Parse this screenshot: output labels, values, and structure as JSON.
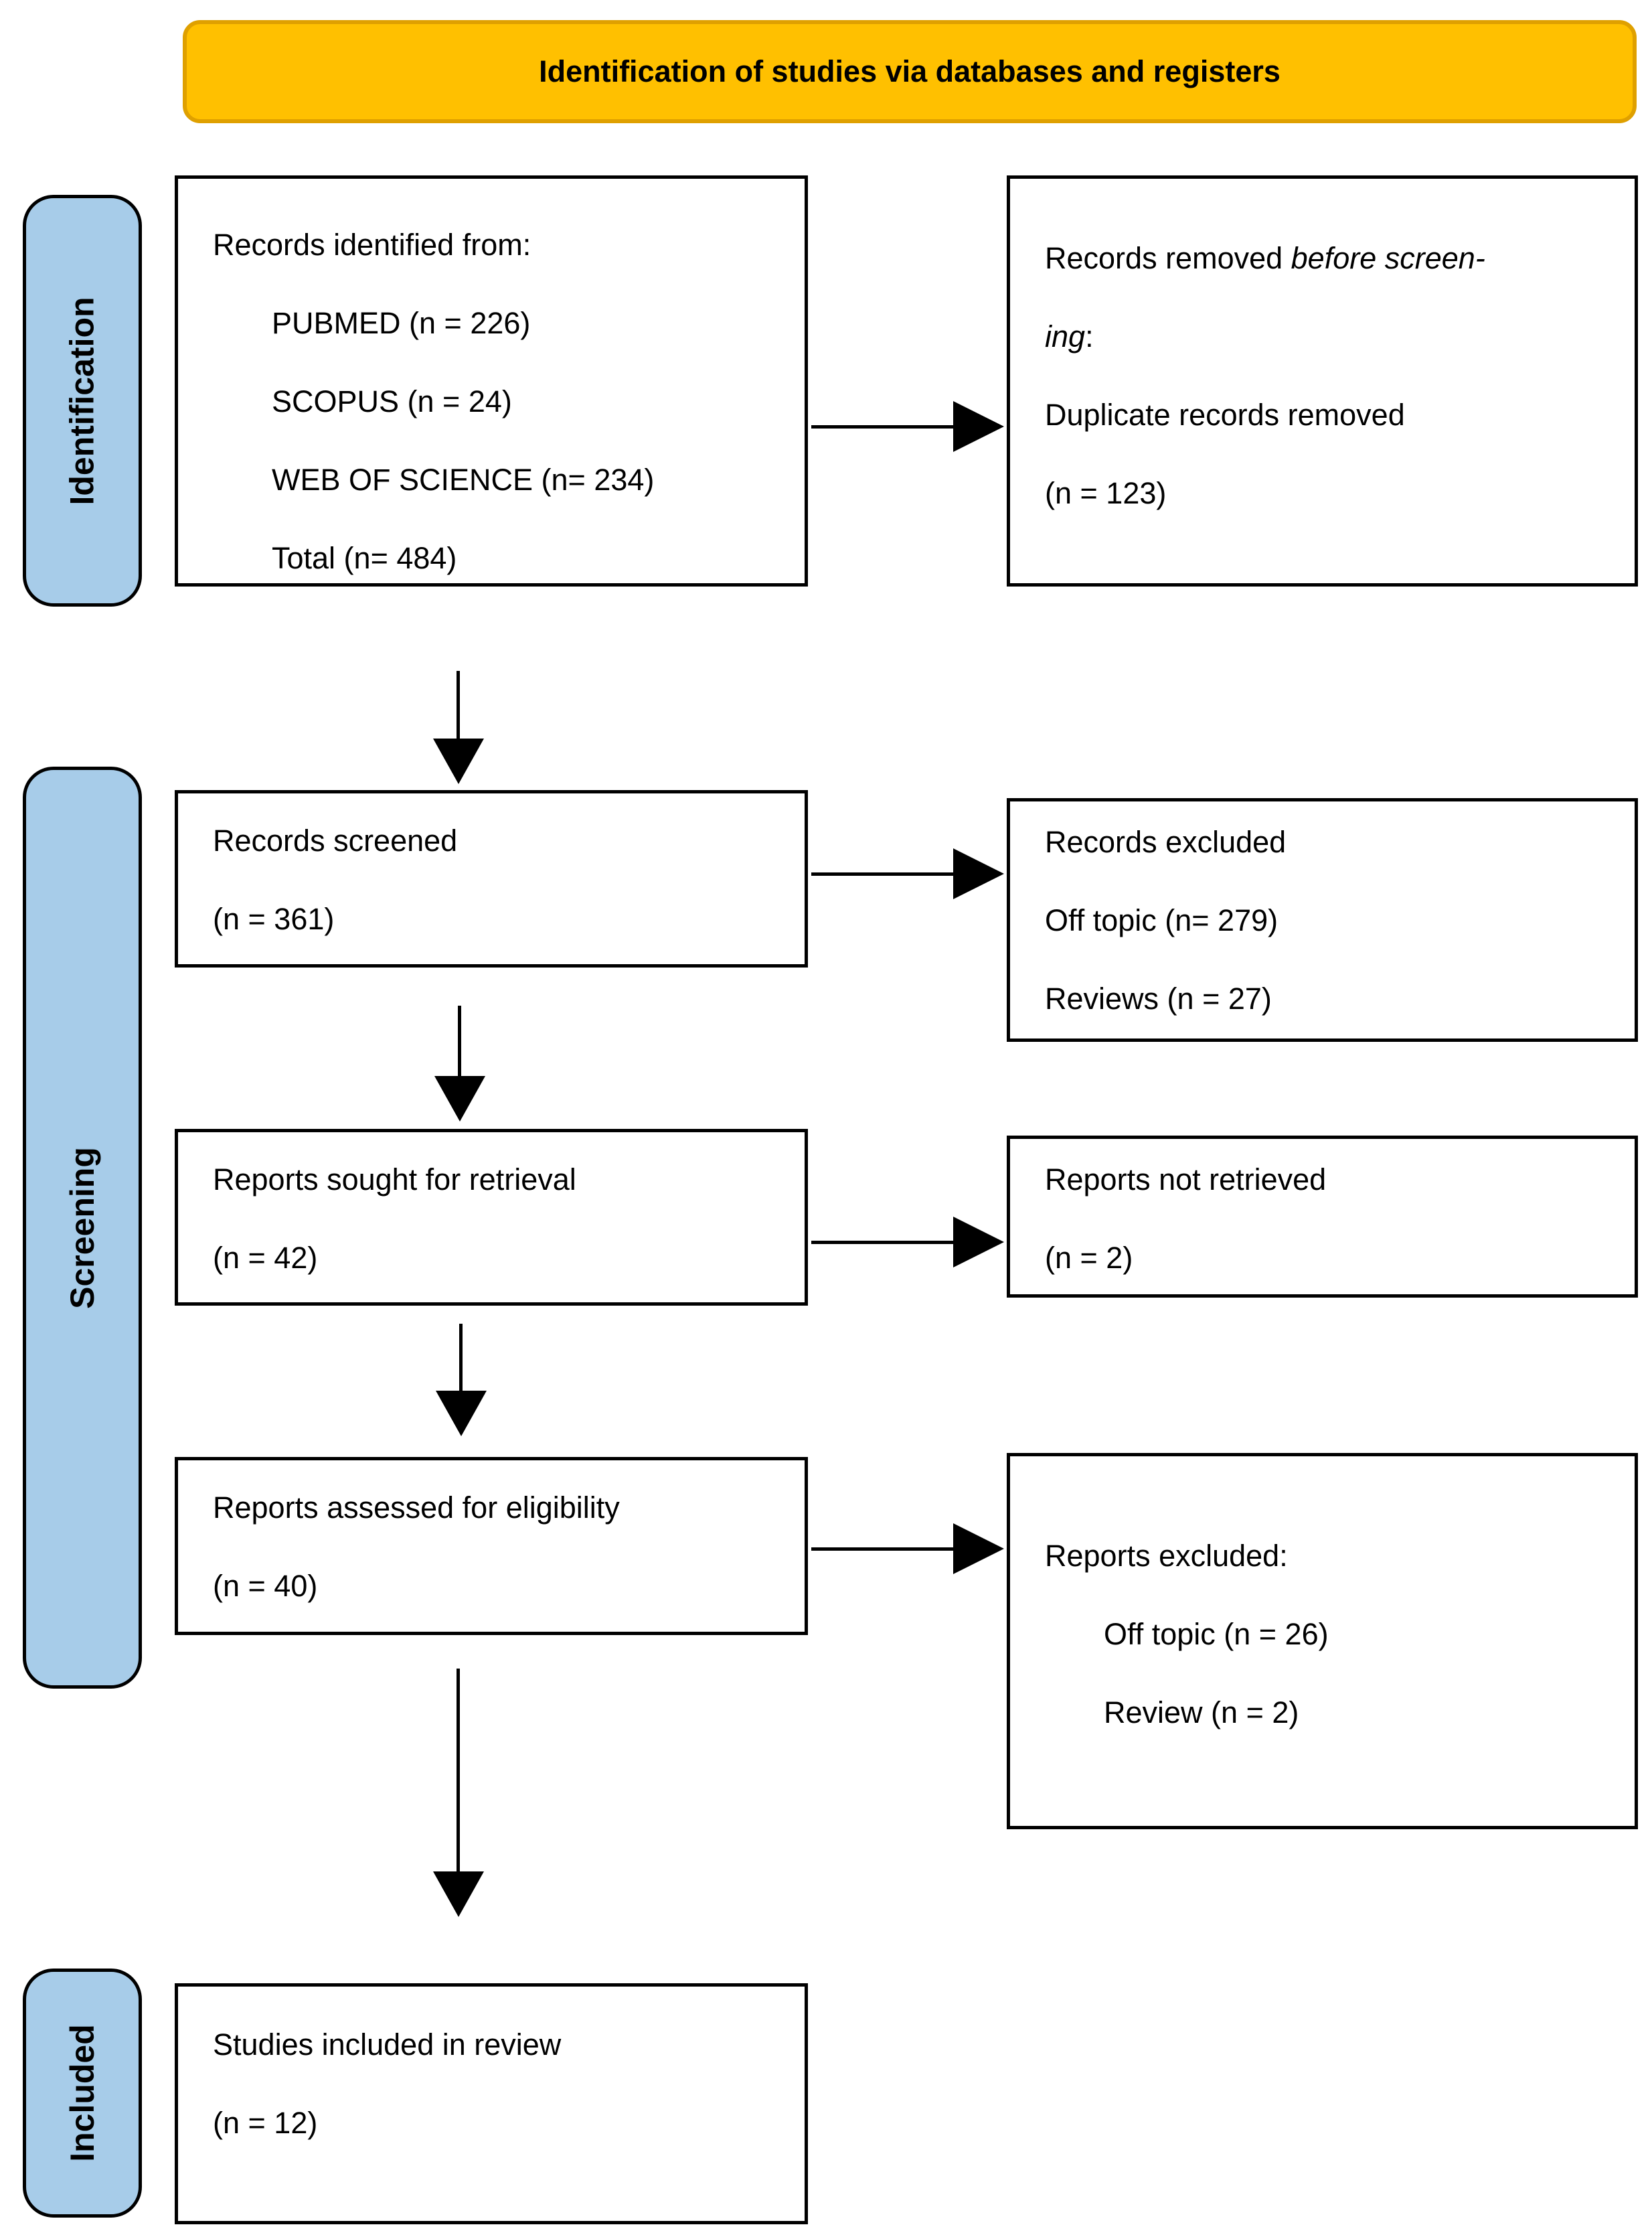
{
  "banner": {
    "title": "Identification of studies via databases and registers"
  },
  "stages": {
    "identification": "Identification",
    "screening": "Screening",
    "included": "Included"
  },
  "boxes": {
    "identified": {
      "title": "Records identified from:",
      "items": [
        "PUBMED (n = 226)",
        "SCOPUS (n = 24)",
        "WEB OF SCIENCE (n= 234)",
        "Total (n= 484)"
      ]
    },
    "removed": {
      "prefix": "Records removed ",
      "italic_line1": "before screen-",
      "italic_line2": "ing",
      "colon": ":",
      "line3": "Duplicate records removed",
      "line4": "(n = 123)"
    },
    "screened": {
      "line1": "Records screened",
      "line2": "(n = 361)"
    },
    "records_excluded": {
      "line1": "Records excluded",
      "line2": "Off topic (n= 279)",
      "line3": "Reviews (n = 27)"
    },
    "sought": {
      "line1": "Reports sought for retrieval",
      "line2": "(n = 42)"
    },
    "not_retrieved": {
      "line1": "Reports not retrieved",
      "line2": "(n = 2)"
    },
    "assessed": {
      "line1": "Reports assessed for eligibility",
      "line2": "(n = 40)"
    },
    "reports_excluded": {
      "title": "Reports excluded:",
      "items": [
        "Off topic (n = 26)",
        "Review (n = 2)"
      ]
    },
    "included_studies": {
      "line1": "Studies included in review",
      "line2": "(n = 12)"
    }
  },
  "colors": {
    "banner_fill": "#FFC000",
    "banner_border": "#DFA000",
    "stage_fill": "#A7CCE9",
    "box_border": "#000000",
    "text": "#000000"
  }
}
